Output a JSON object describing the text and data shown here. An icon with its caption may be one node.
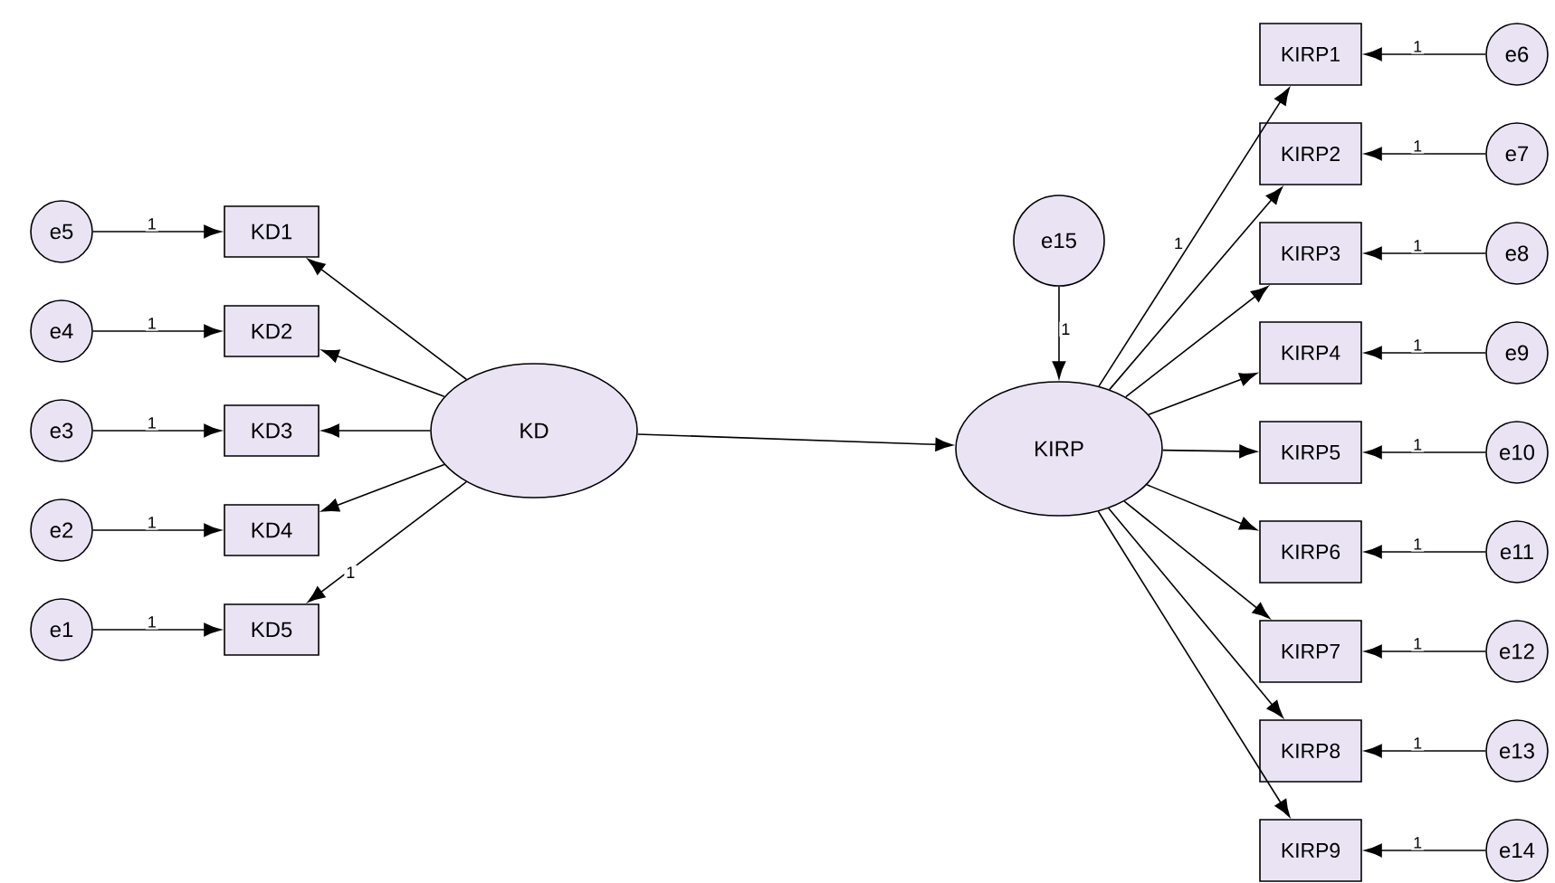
{
  "diagram": {
    "nodes": [
      {
        "text": [
          "e5"
        ]
      },
      {
        "text": [
          "e4"
        ]
      },
      {
        "text": [
          "e3"
        ]
      },
      {
        "text": [
          "e2"
        ]
      },
      {
        "text": [
          "e1"
        ]
      },
      {
        "text": [
          "KD1"
        ]
      },
      {
        "text": [
          "KD2"
        ]
      },
      {
        "text": [
          "KD3"
        ]
      },
      {
        "text": [
          "KD4"
        ]
      },
      {
        "text": [
          "KD5"
        ]
      },
      {
        "text": [
          "KD"
        ]
      },
      {
        "text": [
          "e15"
        ]
      },
      {
        "text": [
          "KIRP"
        ]
      },
      {
        "text": [
          "KIRP1"
        ]
      },
      {
        "text": [
          "KIRP2"
        ]
      },
      {
        "text": [
          "KIRP3"
        ]
      },
      {
        "text": [
          "KIRP4"
        ]
      },
      {
        "text": [
          "KIRP5"
        ]
      },
      {
        "text": [
          "KIRP6"
        ]
      },
      {
        "text": [
          "KIRP7"
        ]
      },
      {
        "text": [
          "KIRP8"
        ]
      },
      {
        "text": [
          "KIRP9"
        ]
      },
      {
        "text": [
          "e6"
        ]
      },
      {
        "text": [
          "e7"
        ]
      },
      {
        "text": [
          "e8"
        ]
      },
      {
        "text": [
          "e9"
        ]
      },
      {
        "text": [
          "e10"
        ]
      },
      {
        "text": [
          "e11"
        ]
      },
      {
        "text": [
          "e12"
        ]
      },
      {
        "text": [
          "e13"
        ]
      },
      {
        "text": [
          "e14"
        ]
      }
    ],
    "edges": [
      {
        "from": 0,
        "to": 5,
        "arrow": "to",
        "label": "1"
      },
      {
        "from": 1,
        "to": 6,
        "arrow": "to",
        "label": "1"
      },
      {
        "from": 2,
        "to": 7,
        "arrow": "to",
        "label": "1"
      },
      {
        "from": 3,
        "to": 8,
        "arrow": "to",
        "label": "1"
      },
      {
        "from": 4,
        "to": 9,
        "arrow": "to",
        "label": "1"
      },
      {
        "from": 10,
        "to": 5,
        "arrow": "to"
      },
      {
        "from": 10,
        "to": 6,
        "arrow": "to"
      },
      {
        "from": 10,
        "to": 7,
        "arrow": "to"
      },
      {
        "from": 10,
        "to": 8,
        "arrow": "to"
      },
      {
        "from": 10,
        "to": 9,
        "arrow": "to",
        "label": "1"
      },
      {
        "from": 10,
        "to": 12,
        "arrow": "to"
      },
      {
        "from": 11,
        "to": 12,
        "arrow": "to",
        "label": "1"
      },
      {
        "from": 12,
        "to": 13,
        "arrow": "to",
        "label": "1"
      },
      {
        "from": 12,
        "to": 14,
        "arrow": "to"
      },
      {
        "from": 12,
        "to": 15,
        "arrow": "to"
      },
      {
        "from": 12,
        "to": 16,
        "arrow": "to"
      },
      {
        "from": 12,
        "to": 17,
        "arrow": "to"
      },
      {
        "from": 12,
        "to": 18,
        "arrow": "to"
      },
      {
        "from": 12,
        "to": 19,
        "arrow": "to"
      },
      {
        "from": 12,
        "to": 20,
        "arrow": "to"
      },
      {
        "from": 12,
        "to": 21,
        "arrow": "to"
      },
      {
        "from": 22,
        "to": 13,
        "arrow": "to",
        "label": "1"
      },
      {
        "from": 23,
        "to": 14,
        "arrow": "to",
        "label": "1"
      },
      {
        "from": 24,
        "to": 15,
        "arrow": "to",
        "label": "1"
      },
      {
        "from": 25,
        "to": 16,
        "arrow": "to",
        "label": "1"
      },
      {
        "from": 26,
        "to": 17,
        "arrow": "to",
        "label": "1"
      },
      {
        "from": 27,
        "to": 18,
        "arrow": "to",
        "label": "1"
      },
      {
        "from": 28,
        "to": 19,
        "arrow": "to",
        "label": "1"
      },
      {
        "from": 29,
        "to": 20,
        "arrow": "to",
        "label": "1"
      },
      {
        "from": 30,
        "to": 21,
        "arrow": "to",
        "label": "1"
      }
    ]
  }
}
